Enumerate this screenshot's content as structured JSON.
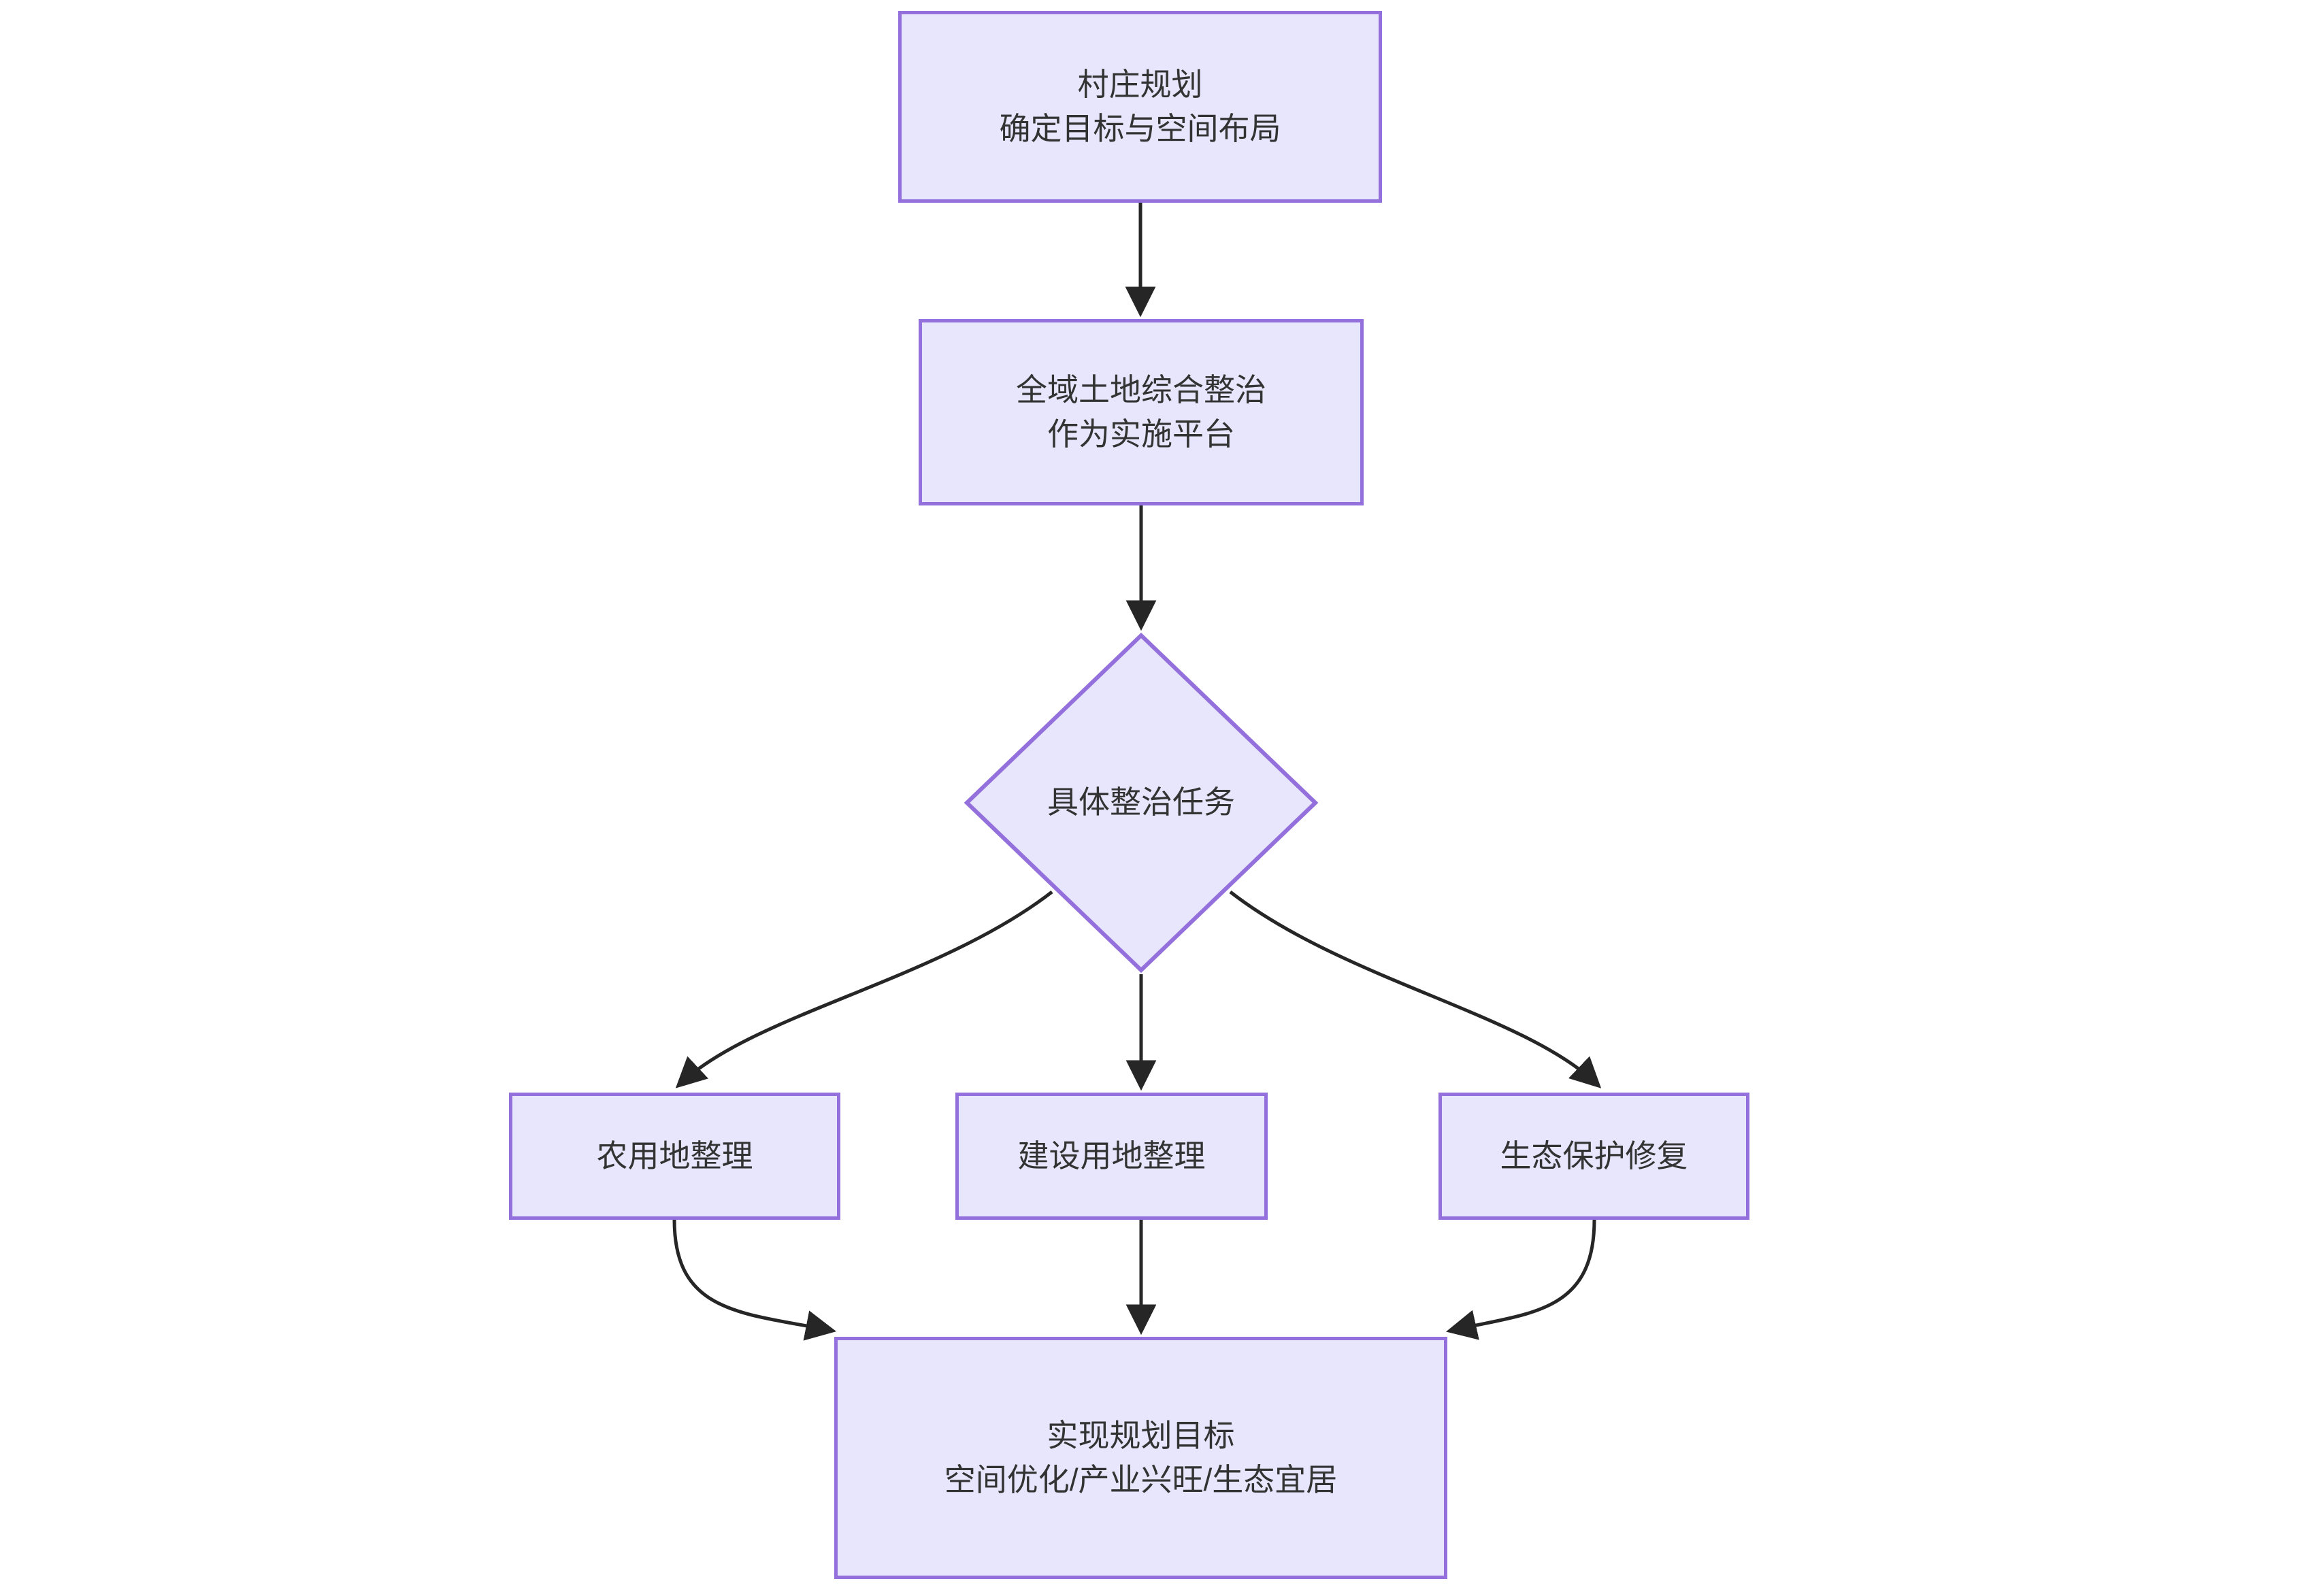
{
  "diagram": {
    "type": "flowchart",
    "direction": "top-to-bottom",
    "title": "",
    "theme": {
      "node_fill": "#e8e6fc",
      "node_border": "#9370db",
      "node_text": "#333333",
      "edge_stroke": "#262626",
      "background": "#ffffff"
    },
    "nodes": [
      {
        "id": "village-plan",
        "shape": "rectangle",
        "label": "村庄规划\n确定目标与空间布局",
        "lines": [
          "村庄规划",
          "确定目标与空间布局"
        ]
      },
      {
        "id": "land-platform",
        "shape": "rectangle",
        "label": "全域土地综合整治\n作为实施平台",
        "lines": [
          "全域土地综合整治",
          "作为实施平台"
        ]
      },
      {
        "id": "tasks",
        "shape": "diamond",
        "label": "具体整治任务",
        "lines": [
          "具体整治任务"
        ]
      },
      {
        "id": "farmland",
        "shape": "rectangle",
        "label": "农用地整理",
        "lines": [
          "农用地整理"
        ]
      },
      {
        "id": "construction",
        "shape": "rectangle",
        "label": "建设用地整理",
        "lines": [
          "建设用地整理"
        ]
      },
      {
        "id": "ecology",
        "shape": "rectangle",
        "label": "生态保护修复",
        "lines": [
          "生态保护修复"
        ]
      },
      {
        "id": "goal",
        "shape": "rectangle",
        "label": "实现规划目标\n空间优化/产业兴旺/生态宜居",
        "lines": [
          "实现规划目标",
          "空间优化/产业兴旺/生态宜居"
        ]
      }
    ],
    "edges": [
      {
        "from": "village-plan",
        "to": "land-platform",
        "label": "",
        "style": "solid-arrow"
      },
      {
        "from": "land-platform",
        "to": "tasks",
        "label": "",
        "style": "solid-arrow"
      },
      {
        "from": "tasks",
        "to": "farmland",
        "label": "",
        "style": "solid-arrow"
      },
      {
        "from": "tasks",
        "to": "construction",
        "label": "",
        "style": "solid-arrow"
      },
      {
        "from": "tasks",
        "to": "ecology",
        "label": "",
        "style": "solid-arrow"
      },
      {
        "from": "farmland",
        "to": "goal",
        "label": "",
        "style": "solid-arrow"
      },
      {
        "from": "construction",
        "to": "goal",
        "label": "",
        "style": "solid-arrow"
      },
      {
        "from": "ecology",
        "to": "goal",
        "label": "",
        "style": "solid-arrow"
      }
    ]
  }
}
